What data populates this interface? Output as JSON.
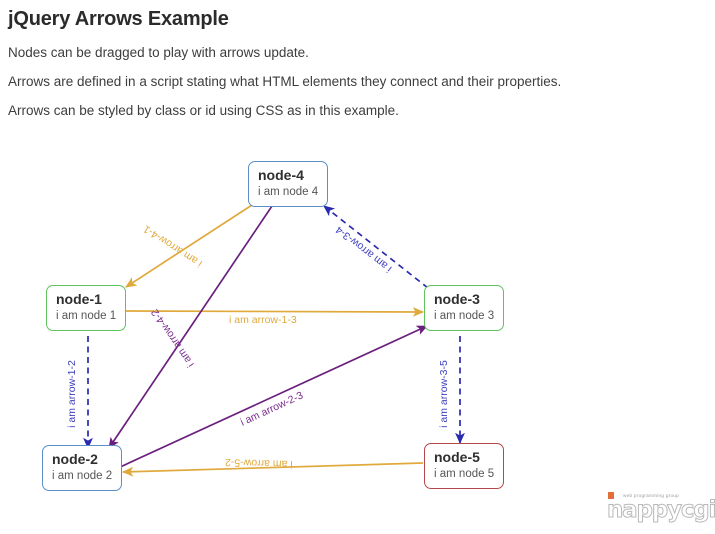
{
  "header": {
    "title": "jQuery Arrows Example",
    "lines": [
      "Nodes can be dragged to play with arrows update.",
      "Arrows are defined in a script stating what HTML elements they connect and their properties.",
      "Arrows can be styled by class or id using CSS as in this example."
    ]
  },
  "colors": {
    "orange": "#e0a93b",
    "blue": "#3f3fbf",
    "purple": "#7b2d8e",
    "node_blue_border": "#5b8fc9",
    "node_green_border": "#5fc45f",
    "node_red_border": "#b5474a"
  },
  "nodes": [
    {
      "id": "node-1",
      "title": "node-1",
      "subtitle": "i am node 1",
      "color": "green"
    },
    {
      "id": "node-2",
      "title": "node-2",
      "subtitle": "i am node 2",
      "color": "blue"
    },
    {
      "id": "node-3",
      "title": "node-3",
      "subtitle": "i am node 3",
      "color": "green"
    },
    {
      "id": "node-4",
      "title": "node-4",
      "subtitle": "i am node 4",
      "color": "blue"
    },
    {
      "id": "node-5",
      "title": "node-5",
      "subtitle": "i am node 5",
      "color": "red"
    }
  ],
  "arrows": [
    {
      "id": "arrow-4-1",
      "label": "i am arrow-4-1",
      "from": "node-4",
      "to": "node-1",
      "color": "orange",
      "style": "solid"
    },
    {
      "id": "arrow-3-4",
      "label": "i am arrow-3-4",
      "from": "node-3",
      "to": "node-4",
      "color": "blue",
      "style": "dashed"
    },
    {
      "id": "arrow-1-3",
      "label": "i am arrow-1-3",
      "from": "node-1",
      "to": "node-3",
      "color": "orange",
      "style": "solid"
    },
    {
      "id": "arrow-4-2",
      "label": "i am arrow-4-2",
      "from": "node-4",
      "to": "node-2",
      "color": "purple",
      "style": "solid"
    },
    {
      "id": "arrow-1-2",
      "label": "i am arrow-1-2",
      "from": "node-1",
      "to": "node-2",
      "color": "blue",
      "style": "dashed"
    },
    {
      "id": "arrow-3-5",
      "label": "i am arrow-3-5",
      "from": "node-3",
      "to": "node-5",
      "color": "blue",
      "style": "dashed"
    },
    {
      "id": "arrow-2-3",
      "label": "i am arrow-2-3",
      "from": "node-2",
      "to": "node-3",
      "color": "purple",
      "style": "solid"
    },
    {
      "id": "arrow-5-2",
      "label": "i am arrow-5-2",
      "from": "node-5",
      "to": "node-2",
      "color": "orange",
      "style": "solid"
    }
  ],
  "logo": {
    "tagline": "web programming group",
    "wordmark": "nappycgi"
  }
}
